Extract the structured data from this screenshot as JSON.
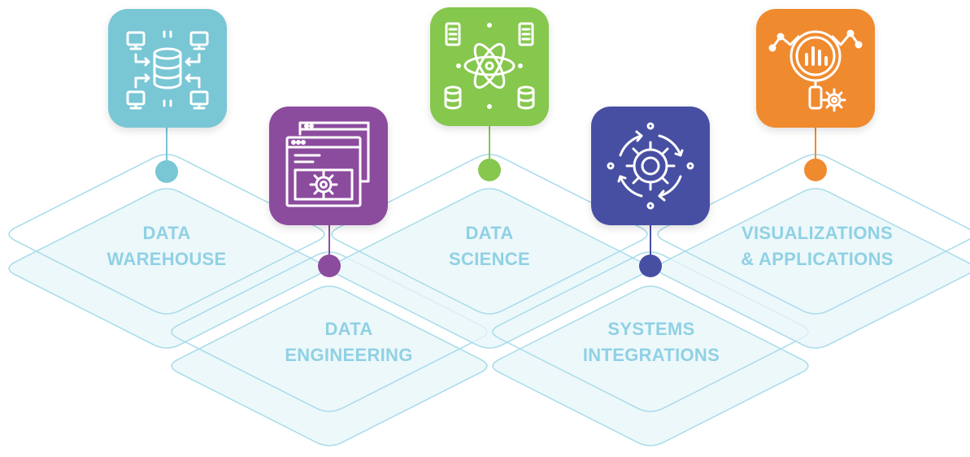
{
  "stages": [
    {
      "line1": "DATA",
      "line2": "WAREHOUSE",
      "color": "#79c6d5",
      "icon": "database-network-icon"
    },
    {
      "line1": "DATA",
      "line2": "ENGINEERING",
      "color": "#8c4c9e",
      "icon": "code-window-gear-icon"
    },
    {
      "line1": "DATA",
      "line2": "SCIENCE",
      "color": "#86c74d",
      "icon": "atom-database-icon"
    },
    {
      "line1": "SYSTEMS",
      "line2": "INTEGRATIONS",
      "color": "#474fa3",
      "icon": "gear-cycle-icon"
    },
    {
      "line1": "VISUALIZATIONS",
      "line2": "& APPLICATIONS",
      "color": "#f08a2f",
      "icon": "magnifier-chart-gear-icon"
    }
  ],
  "colors": {
    "diamond_stroke": "#a8dcea",
    "diamond_fill": "#e7f5fa",
    "label_text": "#8fd1e4"
  }
}
